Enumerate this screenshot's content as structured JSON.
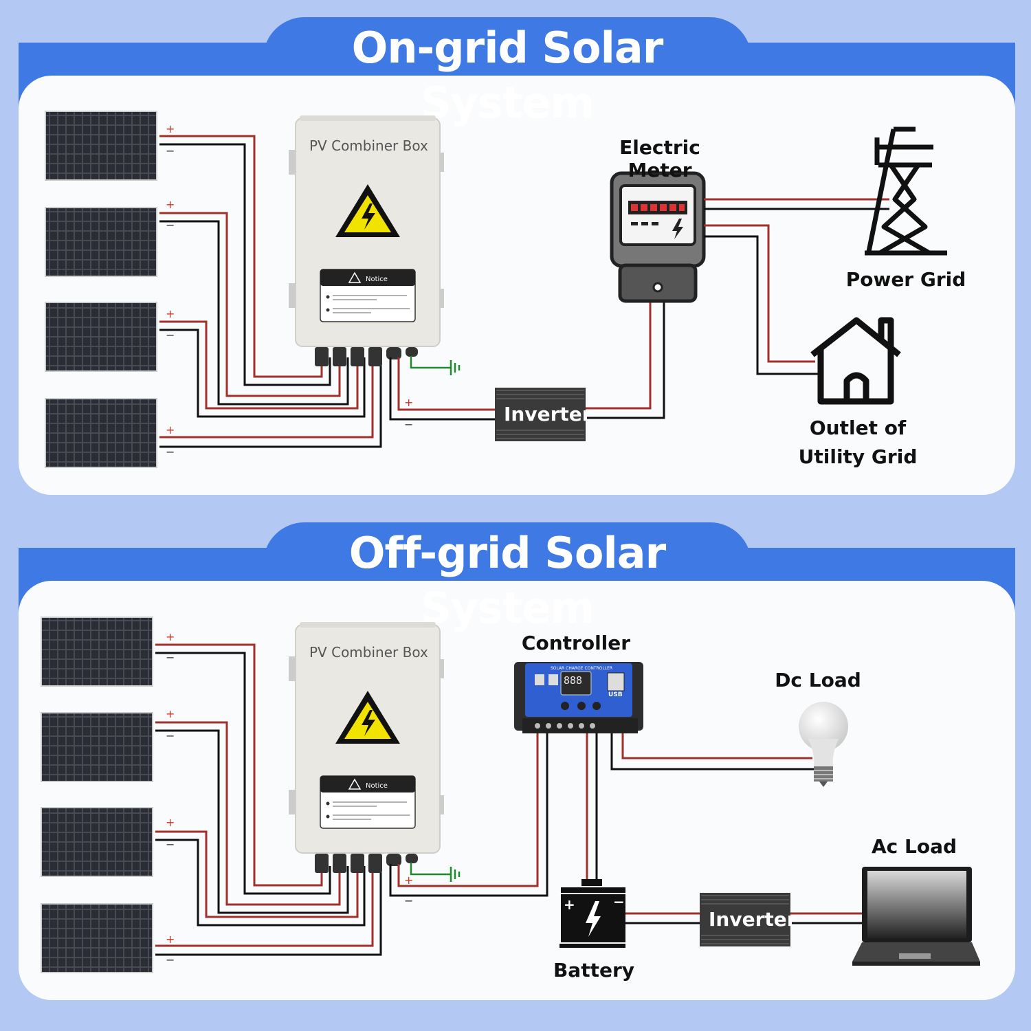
{
  "on_grid": {
    "title": "On-grid Solar System",
    "combiner_label": "PV Combiner Box",
    "notice": "Notice",
    "inverter_label": "Inverter",
    "meter_label": "Electric Meter",
    "grid_label": "Power Grid",
    "outlet_label_line1": "Outlet of",
    "outlet_label_line2": "Utility Grid",
    "plus": "+",
    "minus": "−"
  },
  "off_grid": {
    "title": "Off-grid Solar System",
    "combiner_label": "PV Combiner Box",
    "notice": "Notice",
    "controller_label": "Controller",
    "controller_screen": "888",
    "controller_brand": "SOLAR CHARGE CONTROLLER",
    "usb_label": "USB",
    "dc_load_label": "Dc Load",
    "ac_load_label": "Ac Load",
    "battery_label": "Battery",
    "inverter_label": "Inverter",
    "plus": "+",
    "minus": "−"
  },
  "colors": {
    "background": "#b3c8f3",
    "band": "#3f79e3",
    "panel": "#fafbfc",
    "wire_positive": "#a0302c",
    "wire_negative": "#111111",
    "ground_wire": "#1d8a2e",
    "warning_yellow": "#f2e200"
  }
}
